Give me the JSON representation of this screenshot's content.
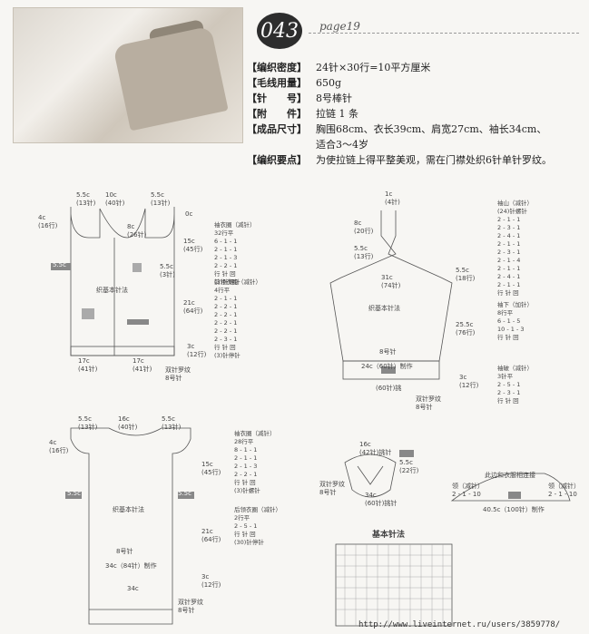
{
  "header": {
    "pattern_number": "043",
    "page_ref": "page19"
  },
  "specs": [
    {
      "label": "【编织密度】",
      "value": "24针×30行=10平方厘米"
    },
    {
      "label": "【毛线用量】",
      "value": "650g"
    },
    {
      "label": "【针　　号】",
      "value": "8号棒针"
    },
    {
      "label": "【附　　件】",
      "value": "拉链 1 条"
    },
    {
      "label": "【成品尺寸】",
      "value": "胸围68cm、衣长39cm、肩宽27cm、袖长34cm、"
    },
    {
      "label": "",
      "value": "适合3～4岁"
    },
    {
      "label": "【编织要点】",
      "value": "为使拉链上得平整美观，需在门襟处织6针单针罗纹。"
    }
  ],
  "front": {
    "top_dims": [
      "5.5c",
      "(13针)",
      "10c",
      "(40针)",
      "5.5c",
      "(13针)"
    ],
    "left_dims": [
      "4c",
      "(16行)"
    ],
    "right_dims": [
      "0c",
      "15c",
      "(45行)",
      "21c",
      "(64行)",
      "3c",
      "(12行)"
    ],
    "neck": [
      "8c",
      "(26针)"
    ],
    "marks": [
      "5.5c",
      "(3针)",
      "5.5c",
      "(3针)"
    ],
    "center": "织基本针法",
    "bottom": [
      "17c",
      "(41针)",
      "17c",
      "(41针)"
    ],
    "rib": [
      "双针罗纹",
      "8号针"
    ],
    "armhole_title": "袖衣圈（减针）",
    "armhole_lines": [
      "32行平",
      "6 - 1 - 1",
      "2 - 1 - 1",
      "2 - 1 - 3",
      "2 - 2 - 1",
      "行 针 回",
      "(3)针螺针"
    ],
    "neckline_title": "前领衣圈（减针）",
    "neckline_lines": [
      "4行平",
      "2 - 1 - 1",
      "2 - 2 - 1",
      "2 - 2 - 1",
      "2 - 2 - 1",
      "2 - 2 - 1",
      "2 - 3 - 1",
      "行 针 回",
      "(3)针停针"
    ]
  },
  "back": {
    "top_dims": [
      "5.5c",
      "(13针)",
      "16c",
      "(40针)",
      "5.5c",
      "(13针)"
    ],
    "left_dims": [
      "4c",
      "(16行)"
    ],
    "right_dims": [
      "15c",
      "(45行)",
      "21c",
      "(64行)",
      "3c",
      "(12行)"
    ],
    "marks": [
      "5.5c",
      "(3针)",
      "5.5c",
      "(3针)"
    ],
    "center": "织基本针法",
    "needle": "8号针",
    "cast_on": "34c（84针）制作",
    "bottom": "34c",
    "rib": [
      "双针罗纹",
      "8号针"
    ],
    "armhole_title": "袖衣圈（减针）",
    "armhole_lines": [
      "28行平",
      "8 - 1 - 1",
      "2 - 1 - 1",
      "2 - 1 - 3",
      "2 - 2 - 1",
      "行 针 回",
      "(3)针螺针"
    ],
    "neckline_title": "后领衣圈（减针）",
    "neckline_lines": [
      "2行平",
      "2 - 5 - 1",
      "行 针 回",
      "(30)针停针"
    ]
  },
  "sleeve": {
    "top": [
      "1c",
      "(4针)"
    ],
    "neck": [
      "8c",
      "(20行)"
    ],
    "cap": [
      "5.5c",
      "(13行)"
    ],
    "width": [
      "31c",
      "(74针)"
    ],
    "right_dims": [
      "5.5c",
      "(18行)",
      "25.5c",
      "(76行)",
      "3c",
      "(12行)"
    ],
    "center": "织基本针法",
    "needle": "8号针",
    "cast_on": "24c（60针）制作",
    "cuff": "(60针)挑",
    "rib": [
      "双针罗纹",
      "8号针"
    ],
    "cap_title": "袖山（减针）",
    "cap_lines": [
      "(24)针螺针",
      "2 - 1 - 1",
      "2 - 3 - 1",
      "2 - 4 - 1",
      "2 - 1 - 1",
      "2 - 3 - 1",
      "2 - 1 - 4",
      "2 - 1 - 1",
      "2 - 4 - 1",
      "2 - 1 - 1",
      "行 针 回"
    ],
    "under_title": "袖下（加针）",
    "under_lines": [
      "8行平",
      "6 - 1 - 5",
      "10 - 1 - 3",
      "行 针 回"
    ],
    "cuff_title": "袖破（减针）",
    "cuff_lines": [
      "3针平",
      "2 - 5 - 1",
      "2 - 3 - 1",
      "行 针 回"
    ]
  },
  "collar": {
    "top": [
      "16c",
      "(42针)挑针"
    ],
    "side": [
      "5.5c",
      "(22行)"
    ],
    "rib": [
      "双针罗纹",
      "8号针"
    ],
    "bottom": "34c",
    "bottom2": "(60针)挑针"
  },
  "band": {
    "title": "此边和衣服相连接",
    "left_note": [
      "领（减针）",
      "2 - 1 - 10"
    ],
    "right_note": [
      "领（减针）",
      "2 - 1 - 10"
    ],
    "bottom": "40.5c（100针）制作"
  },
  "chart": {
    "title": "基本针法"
  },
  "watermark": "http://www.liveinternet.ru/users/3859778/"
}
